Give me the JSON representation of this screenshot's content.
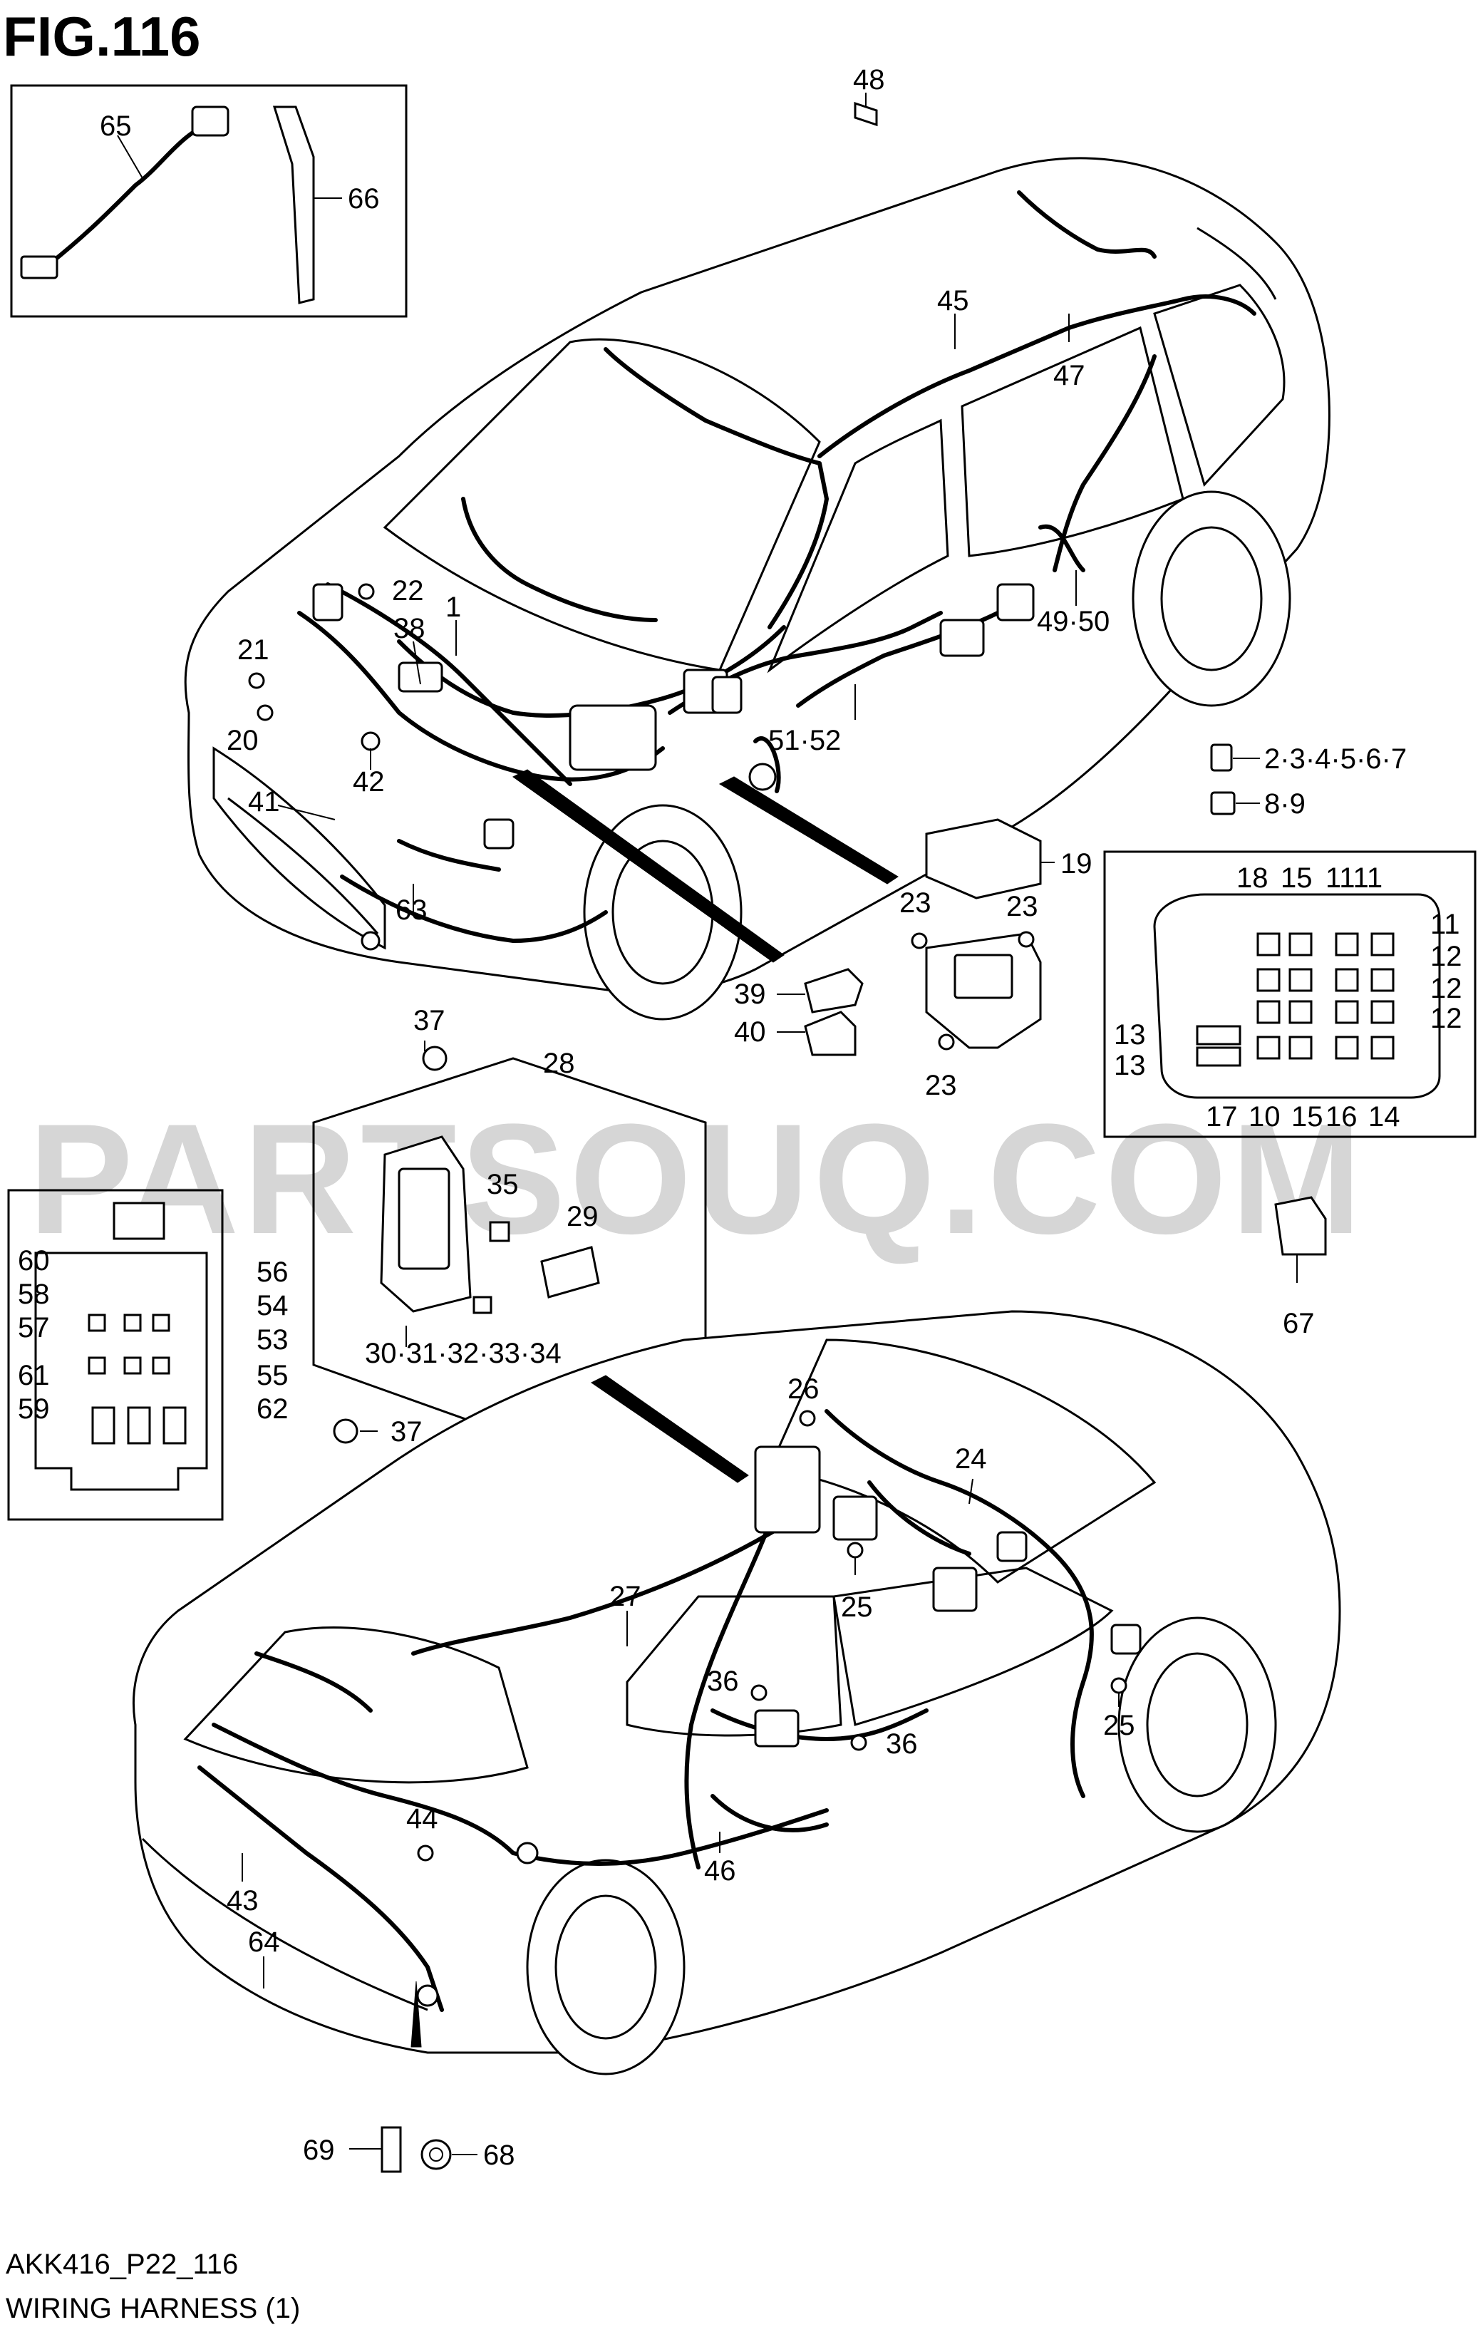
{
  "figure": {
    "title": "FIG.116",
    "code": "AKK416_P22_116",
    "caption": "WIRING HARNESS (1)",
    "watermark": "PARTSOUQ.COM"
  },
  "callouts": {
    "c48": "48",
    "c65": "65",
    "c66": "66",
    "c45": "45",
    "c47": "47",
    "c22": "22",
    "c38": "38",
    "c1": "1",
    "c21": "21",
    "c20": "20",
    "c41": "41",
    "c42": "42",
    "c63": "63",
    "c4950": "49·50",
    "c5152": "51·52",
    "c234567": "2·3·4·5·6·7",
    "c89": "8·9",
    "c19": "19",
    "c23a": "23",
    "c23b": "23",
    "c23c": "23",
    "c39": "39",
    "c40": "40",
    "c37a": "37",
    "c28": "28",
    "c35": "35",
    "c29": "29",
    "c3034": "30·31·32·33·34",
    "c37b": "37",
    "c18": "18",
    "c15a": "15",
    "c1111": "1111",
    "c11": "11",
    "c12a": "12",
    "c12b": "12",
    "c12c": "12",
    "c13a": "13",
    "c13b": "13",
    "c17": "17",
    "c10": "10",
    "c15b": "15",
    "c16": "16",
    "c14": "14",
    "c67": "67",
    "c60": "60",
    "c58": "58",
    "c57": "57",
    "c61": "61",
    "c59": "59",
    "c56": "56",
    "c54": "54",
    "c53": "53",
    "c55": "55",
    "c62": "62",
    "c26": "26",
    "c24": "24",
    "c27": "27",
    "c25a": "25",
    "c25b": "25",
    "c36a": "36",
    "c36b": "36",
    "c44": "44",
    "c46": "46",
    "c43": "43",
    "c64": "64",
    "c69": "69",
    "c68": "68"
  }
}
